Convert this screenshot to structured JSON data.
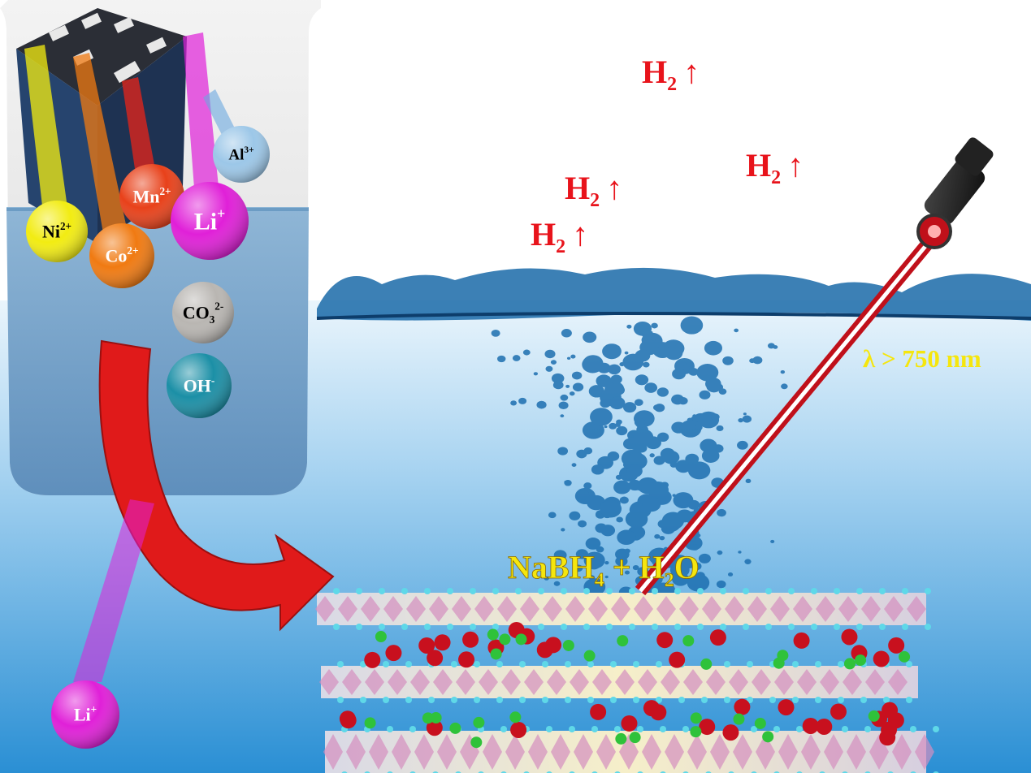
{
  "colors": {
    "hydrogen_text": "#e8131b",
    "yellow_text": "#f5e60e",
    "water_top": "#dff0fb",
    "water_bottom": "#2a8fd4"
  },
  "hydrogen_labels": [
    {
      "base": "H",
      "sub": "2",
      "arrow": "↑"
    },
    {
      "base": "H",
      "sub": "2",
      "arrow": "↑"
    },
    {
      "base": "H",
      "sub": "2",
      "arrow": "↑"
    },
    {
      "base": "H",
      "sub": "2",
      "arrow": "↑"
    }
  ],
  "ions": [
    {
      "name": "ion-ni",
      "base": "Ni",
      "sup": "2+",
      "color": "#f2ec12",
      "text": "#000"
    },
    {
      "name": "ion-co",
      "base": "Co",
      "sup": "2+",
      "color": "#f07a12",
      "text": "#fff"
    },
    {
      "name": "ion-mn",
      "base": "Mn",
      "sup": "2+",
      "color": "#e8411a",
      "text": "#fff"
    },
    {
      "name": "ion-li",
      "base": "Li",
      "sup": "+",
      "color": "#e020d8",
      "text": "#fff"
    },
    {
      "name": "ion-al",
      "base": "Al",
      "sup": "3+",
      "color": "#9cc7e8",
      "text": "#000"
    },
    {
      "name": "ion-co3",
      "base": "CO",
      "sub": "3",
      "sup": "2-",
      "color": "#b9b6b2",
      "text": "#000"
    },
    {
      "name": "ion-oh",
      "base": "OH",
      "sup": "-",
      "color": "#1b8fa6",
      "text": "#fff"
    },
    {
      "name": "ion-li-extracted",
      "base": "Li",
      "sup": "+",
      "color": "#e020d8",
      "text": "#fff"
    }
  ],
  "laser_label": {
    "text": "λ > 750 nm"
  },
  "reaction_label": {
    "p1": "NaBH",
    "s1": "4",
    "p2": " + H",
    "s2": "2",
    "p3": "O"
  }
}
